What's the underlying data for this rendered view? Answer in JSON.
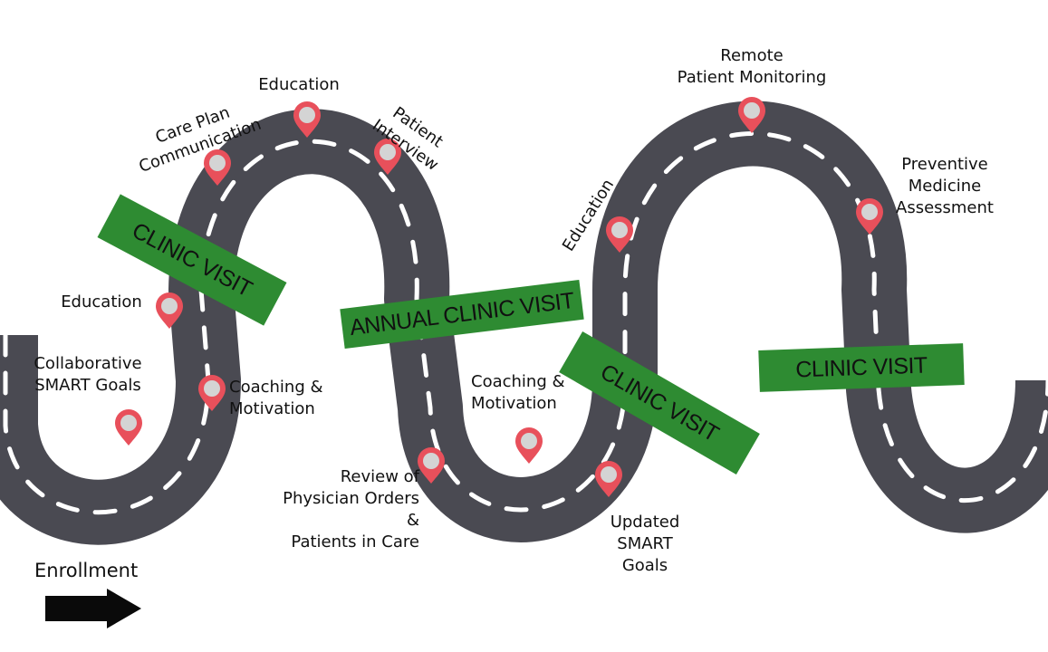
{
  "colors": {
    "road": "#4a4a52",
    "dash": "#ffffff",
    "banner": "#2e8b32",
    "pin": "#e8505b",
    "pin_center": "#d4d4d4"
  },
  "banners": {
    "clinic_visit_1": "CLINIC VISIT",
    "annual_clinic_visit": "ANNUAL CLINIC VISIT",
    "clinic_visit_2": "CLINIC VISIT",
    "clinic_visit_3": "CLINIC VISIT"
  },
  "labels": {
    "education_left": "Education",
    "collaborative_goals": "Collaborative\nSMART Goals",
    "care_plan": "Care Plan\nCommunication",
    "education_top": "Education",
    "patient_interview": "Patient Interview",
    "coaching_1": "Coaching &\nMotivation",
    "review_orders": "Review of\nPhysician Orders &\nPatients in Care",
    "coaching_2": "Coaching &\nMotivation",
    "education_right": "Education",
    "updated_goals": "Updated\nSMART\nGoals",
    "remote_monitoring": "Remote\nPatient Monitoring",
    "preventive": "Preventive\nMedicine\nAssessment"
  },
  "enrollment": {
    "label": "Enrollment",
    "arrow_icon": "arrow-right-icon"
  }
}
